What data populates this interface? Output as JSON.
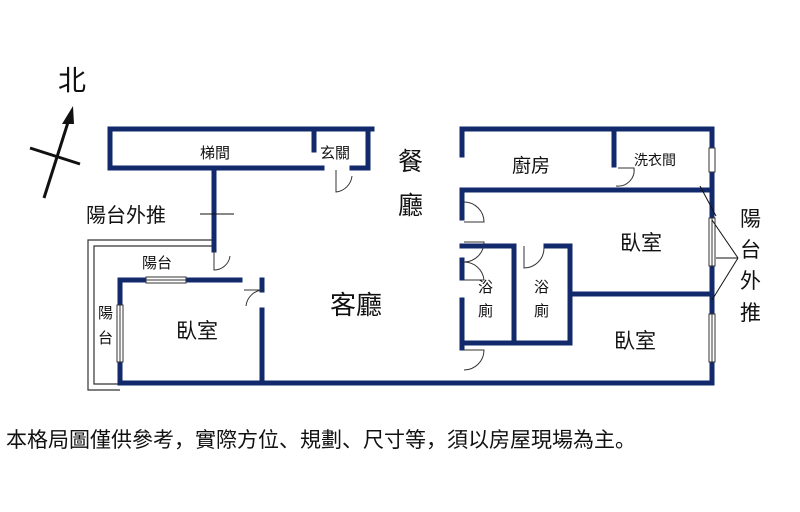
{
  "compass": {
    "north_label": "北"
  },
  "rooms": {
    "stairwell": "梯間",
    "entrance": "玄關",
    "dining_1": "餐",
    "dining_2": "廳",
    "kitchen": "廚房",
    "laundry": "洗衣間",
    "bedroom_ne": "臥室",
    "bedroom_se": "臥室",
    "bedroom_w": "臥室",
    "living": "客廳",
    "bath_a_1": "浴",
    "bath_a_2": "廁",
    "bath_b_1": "浴",
    "bath_b_2": "廁",
    "balcony_top": "陽台",
    "balcony_side_1": "陽",
    "balcony_side_2": "台"
  },
  "annotations": {
    "balcony_push_out_left": "陽台外推",
    "balcony_push_out_right": [
      "陽",
      "台",
      "外",
      "推"
    ]
  },
  "disclaimer": "本格局圖僅供參考，實際方位、規劃、尺寸等，須以房屋現場為主。"
}
